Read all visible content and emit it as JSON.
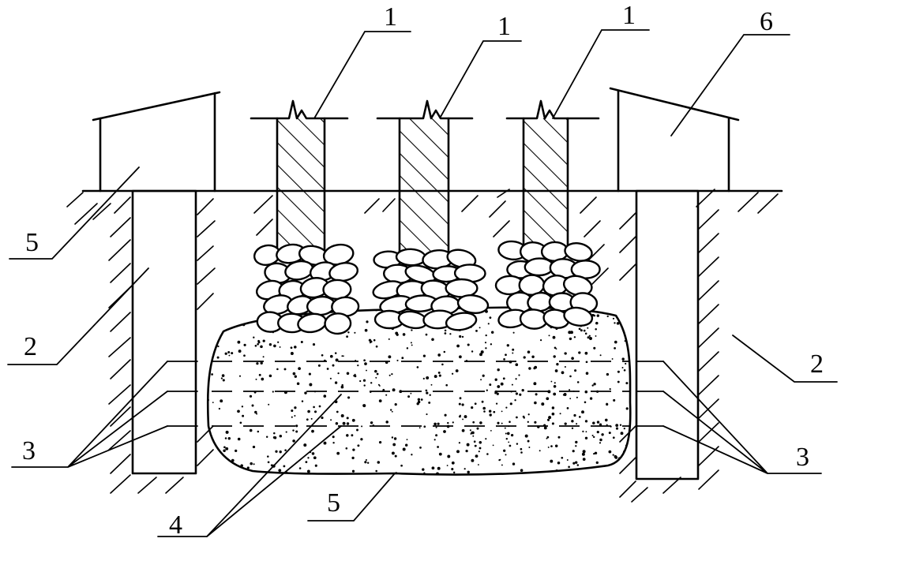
{
  "labels": {
    "pile_a": "1",
    "pile_b": "1",
    "pile_c": "1",
    "building_right": "6",
    "building_left": "5",
    "wall_left": "2",
    "wall_right": "2",
    "water_left": "3",
    "water_right": "3",
    "grout_body": "4",
    "grout_bottom": "5"
  }
}
